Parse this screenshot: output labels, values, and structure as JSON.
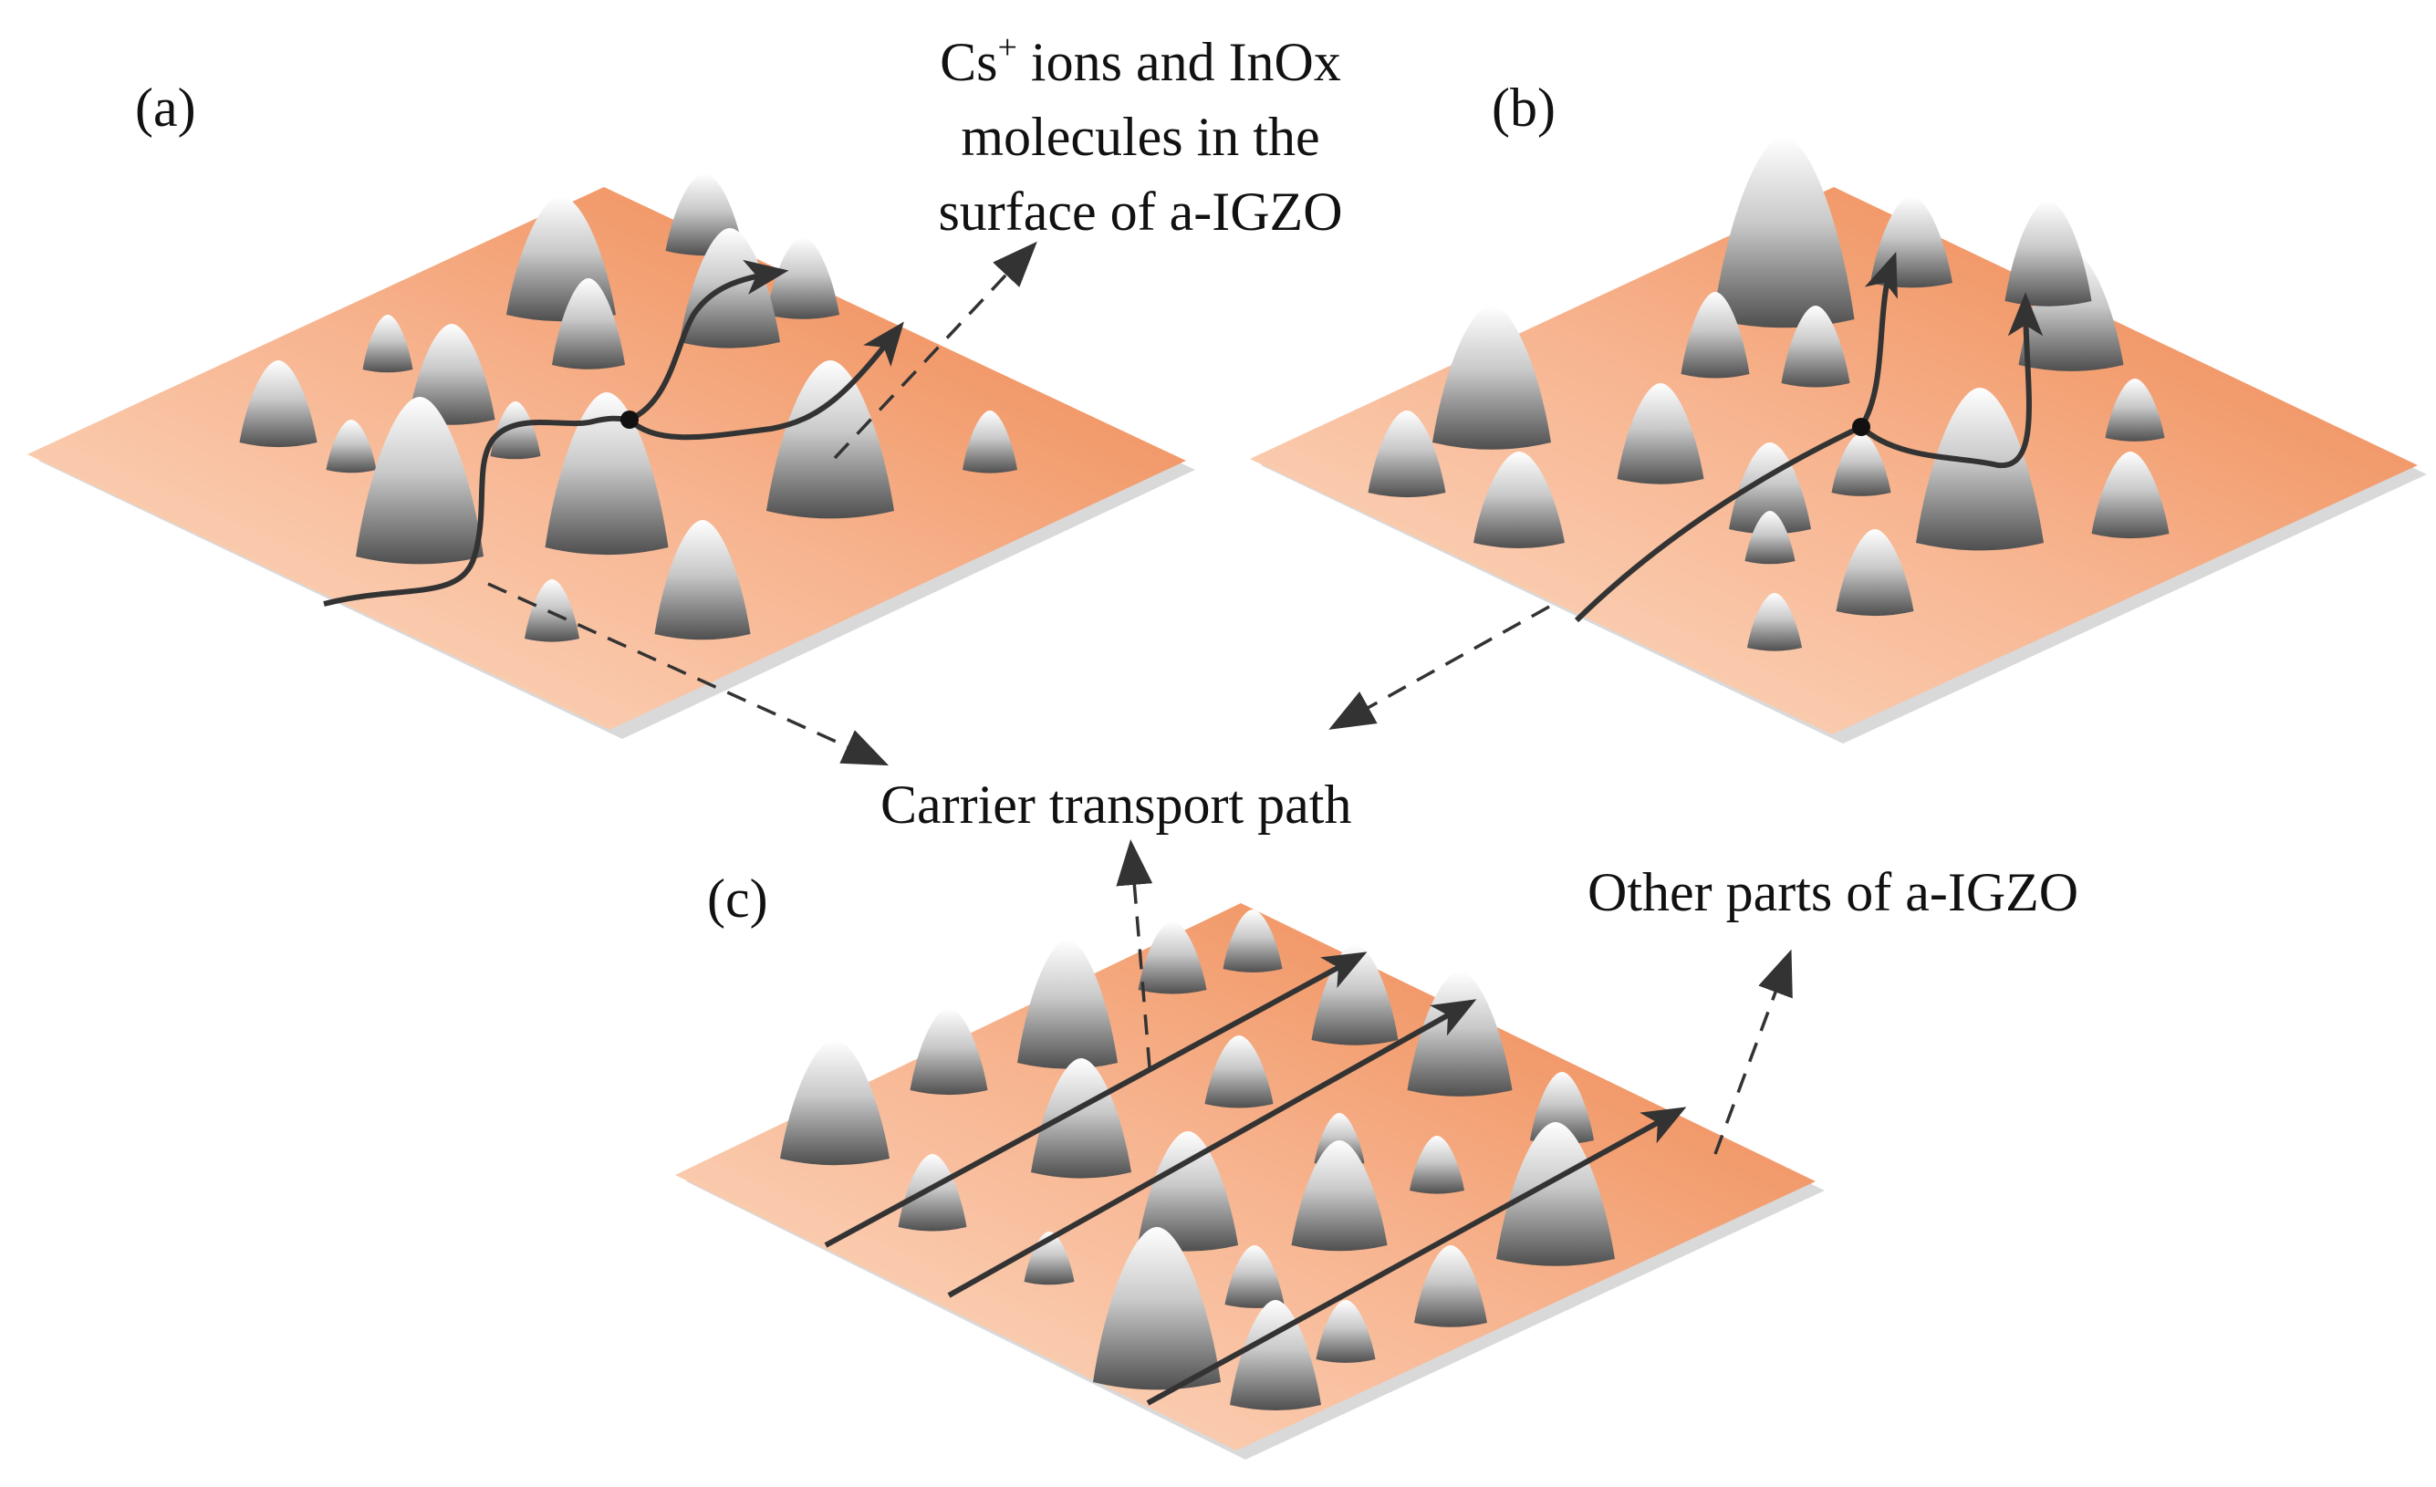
{
  "labels": {
    "panel_a": "(a)",
    "panel_b": "(b)",
    "panel_c": "(c)",
    "cs_line1_pre": "Cs",
    "cs_line1_sup": "+",
    "cs_line1_post": " ions and InOx",
    "cs_line2": "molecules in the",
    "cs_line3": "surface of a-IGZO",
    "carrier": "Carrier transport path",
    "other": "Other parts of a-IGZO"
  },
  "colors": {
    "surface_light": "#fbd3b8",
    "surface_dark": "#ee8a55",
    "substrate_shadow": "#d8d8d8",
    "cone_light": "#ffffff",
    "cone_dark": "#555555",
    "path": "#333333",
    "arrow": "#333333",
    "text": "#111111"
  }
}
